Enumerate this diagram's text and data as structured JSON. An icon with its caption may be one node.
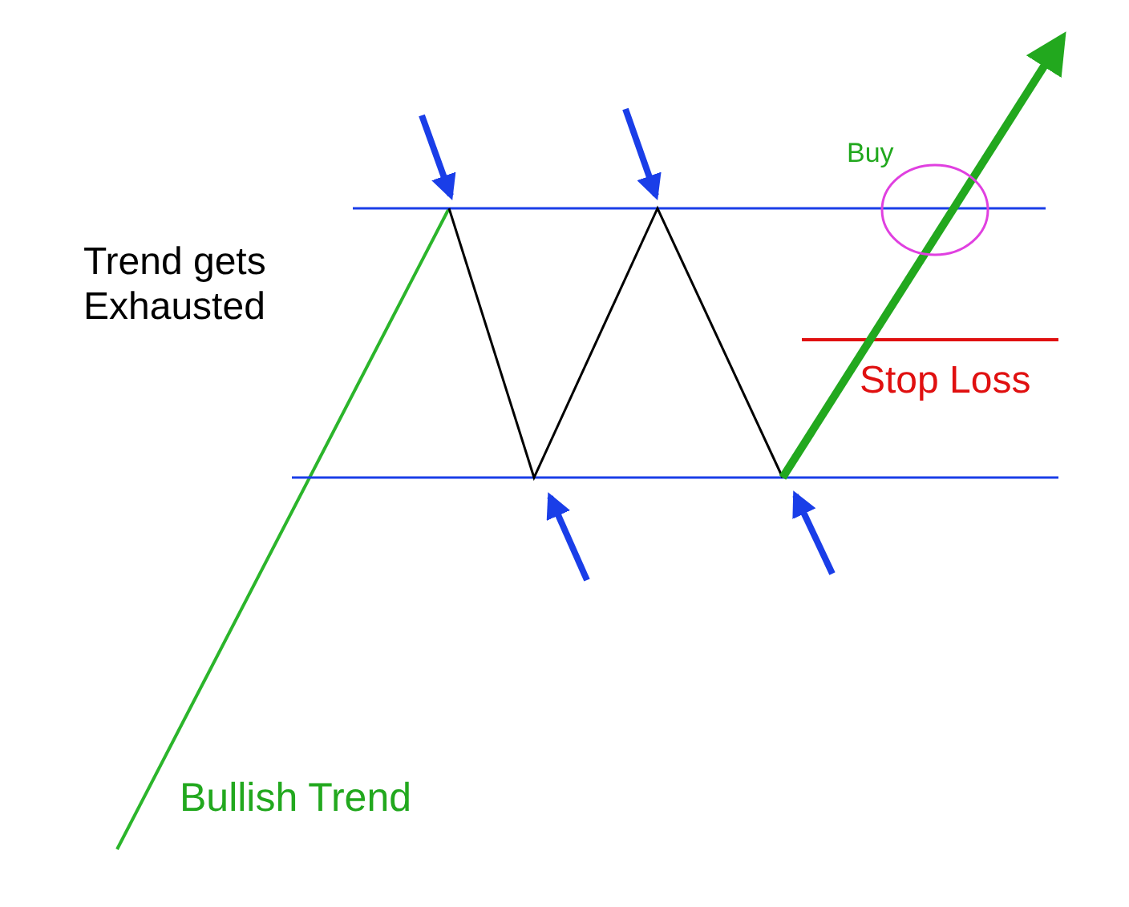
{
  "diagram": {
    "labels": [
      "Buy",
      "Trend gets Exhausted",
      "Stop Loss",
      "Bullish Trend"
    ]
  }
}
